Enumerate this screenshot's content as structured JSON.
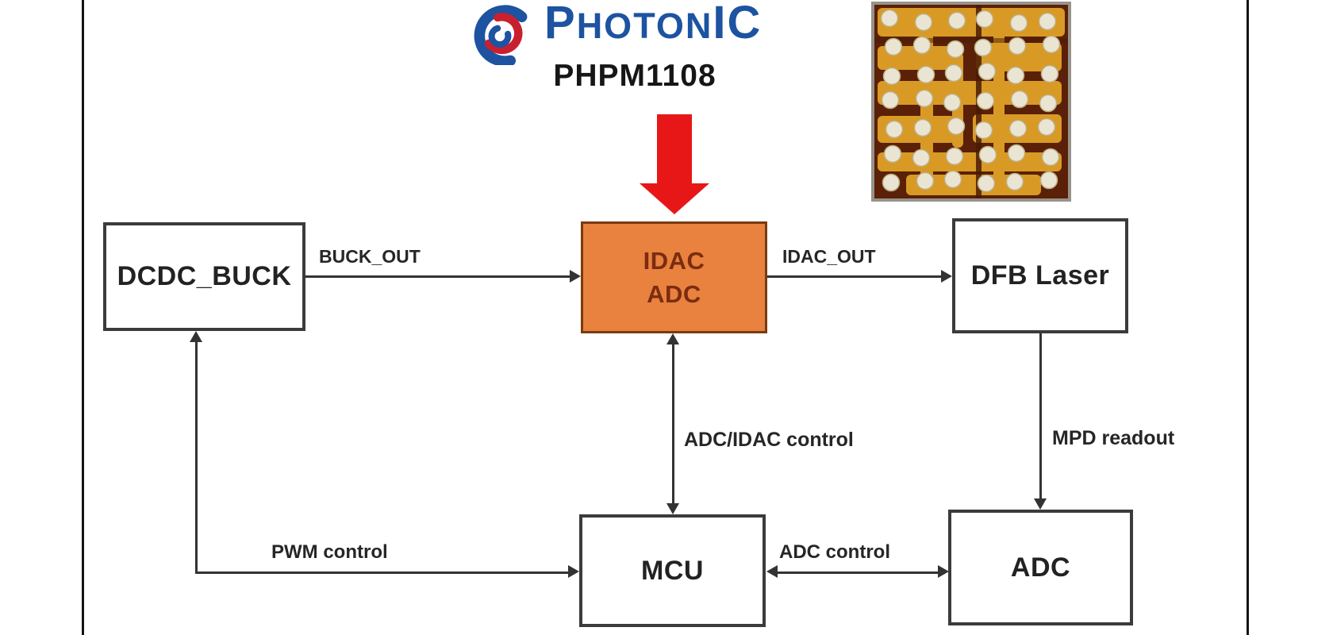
{
  "logo": {
    "brand_segments": {
      "lead": "P",
      "mid": "HOTON",
      "tail": "IC"
    },
    "part_number": "PHPM1108",
    "colors": {
      "blue": "#1d53a0",
      "red": "#c8202f"
    }
  },
  "chip_photo": {
    "icon": "die-photo",
    "colors": {
      "substrate": "#5a2008",
      "trace": "#d89a24",
      "pad": "#eae5d3",
      "frame": "#97938a"
    }
  },
  "diagram": {
    "blocks": {
      "dcdc_buck": {
        "label": "DCDC_BUCK"
      },
      "idac_adc": {
        "line1": "IDAC",
        "line2": "ADC",
        "fill": "#e8823e"
      },
      "dfb_laser": {
        "label": "DFB Laser"
      },
      "mcu": {
        "label": "MCU"
      },
      "adc": {
        "label": "ADC"
      }
    },
    "edges": {
      "buck_out": {
        "label": "BUCK_OUT"
      },
      "idac_out": {
        "label": "IDAC_OUT"
      },
      "adc_idac_control": {
        "label": "ADC/IDAC control"
      },
      "mpd_readout": {
        "label": "MPD readout"
      },
      "pwm_control": {
        "label": "PWM control"
      },
      "adc_control": {
        "label": "ADC control"
      }
    },
    "colors": {
      "line": "#333333",
      "arrow_red": "#e81717",
      "box_border": "#3b3b3b"
    }
  }
}
